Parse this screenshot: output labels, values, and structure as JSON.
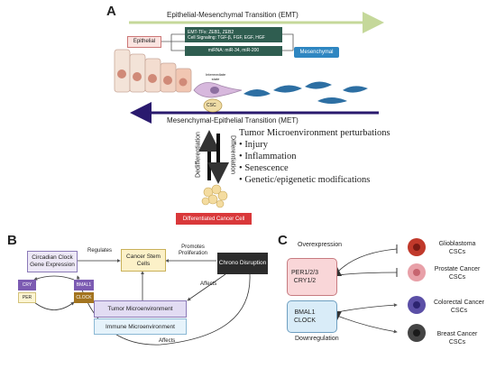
{
  "panel_a": {
    "letter": "A",
    "emt_label": "Epithelial-Mesenchymal Transition (EMT)",
    "met_label": "Mesenchymal-Epithelial Transition (MET)",
    "epithelial": "Epithelial",
    "mesenchymal": "Mesenchymal",
    "tf_box": {
      "line1": "EMT-TFs: ZEB1, ZEB2",
      "line2": "Cell Signaling: TGF-β, FGF, EGF, HGF"
    },
    "mirna_box": "miRNA: miR-34, miR-200",
    "intermediate_state": "Intermediate state",
    "csc": "CSC",
    "dedifferentiation": "Dedifferentiation",
    "differentiation": "Differentiation",
    "tme_title": "Tumor Microenvironment perturbations",
    "tme_items": [
      "Injury",
      "Inflammation",
      "Senescence",
      "Genetic/epigenetic modifications"
    ],
    "differentiated": "Differentiated Cancer Cell",
    "colors": {
      "tf_box": "#2f5d50",
      "mesenchymal": "#2e86c1",
      "differentiated": "#d9383a",
      "met_arrow": "#2a1a6e",
      "emt_arrow": "#c5d89a"
    }
  },
  "panel_b": {
    "letter": "B",
    "circadian": "Circadian Clock Gene Expression",
    "cancer_stem": "Cancer Stem Cells",
    "chrono": "Chrono Disruption",
    "regulates": "Regulates",
    "promotes": "Promotes Proliferation",
    "affects": "Affects",
    "affects_bottom": "Affects",
    "tumor_micro": "Tumor Microenvironment",
    "immune_micro": "Immune Microenvironment",
    "cry": "CRY",
    "per": "PER",
    "bmal1": "BMAL1",
    "clock": "CLOCK"
  },
  "panel_c": {
    "letter": "C",
    "overexpression": "Overexpression",
    "downregulation": "Downregulation",
    "per_box": "PER1/2/3 CRY1/2",
    "bmal_box": "BMAL1 CLOCK",
    "targets": [
      {
        "label": "Glioblastoma CSCs",
        "color": "#c0392b"
      },
      {
        "label": "Prostate Cancer CSCs",
        "color": "#e8a0a8"
      },
      {
        "label": "Colorectal Cancer CSCs",
        "color": "#5b4fa6"
      },
      {
        "label": "Breast Cancer CSCs",
        "color": "#444444"
      }
    ]
  }
}
